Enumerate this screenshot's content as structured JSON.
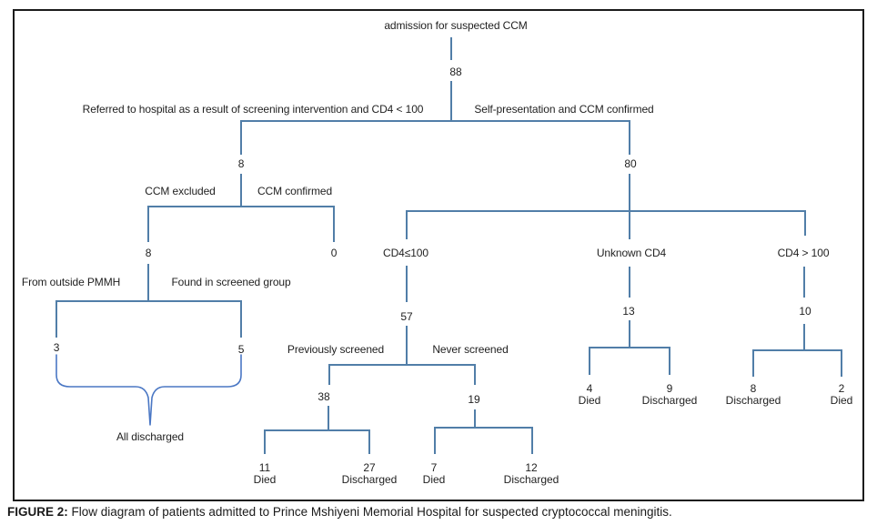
{
  "colors": {
    "line": "#517ea8",
    "brace": "#4a77c4",
    "border": "#1b1b1b",
    "text": "#1f1f1f"
  },
  "tree": {
    "root": {
      "label": "admission for suspected CCM",
      "count": "88"
    },
    "referred": {
      "label": "Referred to hospital as a result of screening intervention and CD4 < 100",
      "count": "8",
      "ccm_excluded": {
        "label": "CCM excluded",
        "count": "8",
        "from_outside_pmmh": {
          "label": "From outside PMMH",
          "count": "3"
        },
        "found_in_screened_group": {
          "label": "Found in screened group",
          "count": "5"
        },
        "outcome": {
          "label": "All discharged"
        }
      },
      "ccm_confirmed": {
        "label": "CCM confirmed",
        "count": "0"
      }
    },
    "self_presentation": {
      "label": "Self-presentation and CCM confirmed",
      "count": "80",
      "cd4_le_100": {
        "label": "CD4≤100",
        "count": "57",
        "previously_screened": {
          "label": "Previously screened",
          "count": "38",
          "died": {
            "count": "11",
            "label": "Died"
          },
          "discharged": {
            "count": "27",
            "label": "Discharged"
          }
        },
        "never_screened": {
          "label": "Never screened",
          "count": "19",
          "died": {
            "count": "7",
            "label": "Died"
          },
          "discharged": {
            "count": "12",
            "label": "Discharged"
          }
        }
      },
      "unknown_cd4": {
        "label": "Unknown CD4",
        "count": "13",
        "died": {
          "count": "4",
          "label": "Died"
        },
        "discharged": {
          "count": "9",
          "label": "Discharged"
        }
      },
      "cd4_gt_100": {
        "label": "CD4 > 100",
        "count": "10",
        "discharged": {
          "count": "8",
          "label": "Discharged"
        },
        "died": {
          "count": "2",
          "label": "Died"
        }
      }
    }
  },
  "caption": {
    "prefix": "FIGURE 2:",
    "text": " Flow diagram of patients admitted to Prince Mshiyeni Memorial Hospital for suspected cryptococcal meningitis."
  }
}
